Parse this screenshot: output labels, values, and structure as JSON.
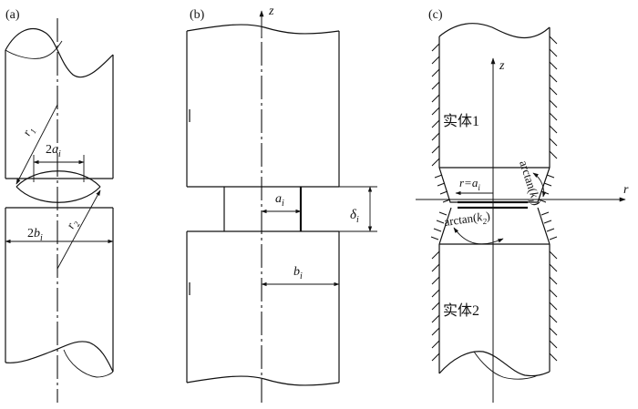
{
  "panel_a": {
    "tag": "(a)",
    "r1_main": "r",
    "r1_sub": "1",
    "r2_main": "r",
    "r2_sub": "2",
    "a_coef": "2",
    "a_main": "a",
    "a_sub": "i",
    "b_coef": "2",
    "b_main": "b",
    "b_sub": "i"
  },
  "panel_b": {
    "tag": "(b)",
    "axis_z": "z",
    "a_main": "a",
    "a_sub": "i",
    "b_main": "b",
    "b_sub": "i",
    "delta_main": "δ",
    "delta_sub": "i"
  },
  "panel_c": {
    "tag": "(c)",
    "axis_z": "z",
    "axis_r": "r",
    "body1": "实体1",
    "body2": "实体2",
    "r_eq_prefix": "r=",
    "r_eq_main": "a",
    "r_eq_sub": "i",
    "angle1_prefix": "arctan(",
    "angle1_main": "k",
    "angle1_sub": "1",
    "angle1_suffix": ")",
    "angle2_prefix": "arctan(",
    "angle2_main": "k",
    "angle2_sub": "2",
    "angle2_suffix": ")"
  }
}
